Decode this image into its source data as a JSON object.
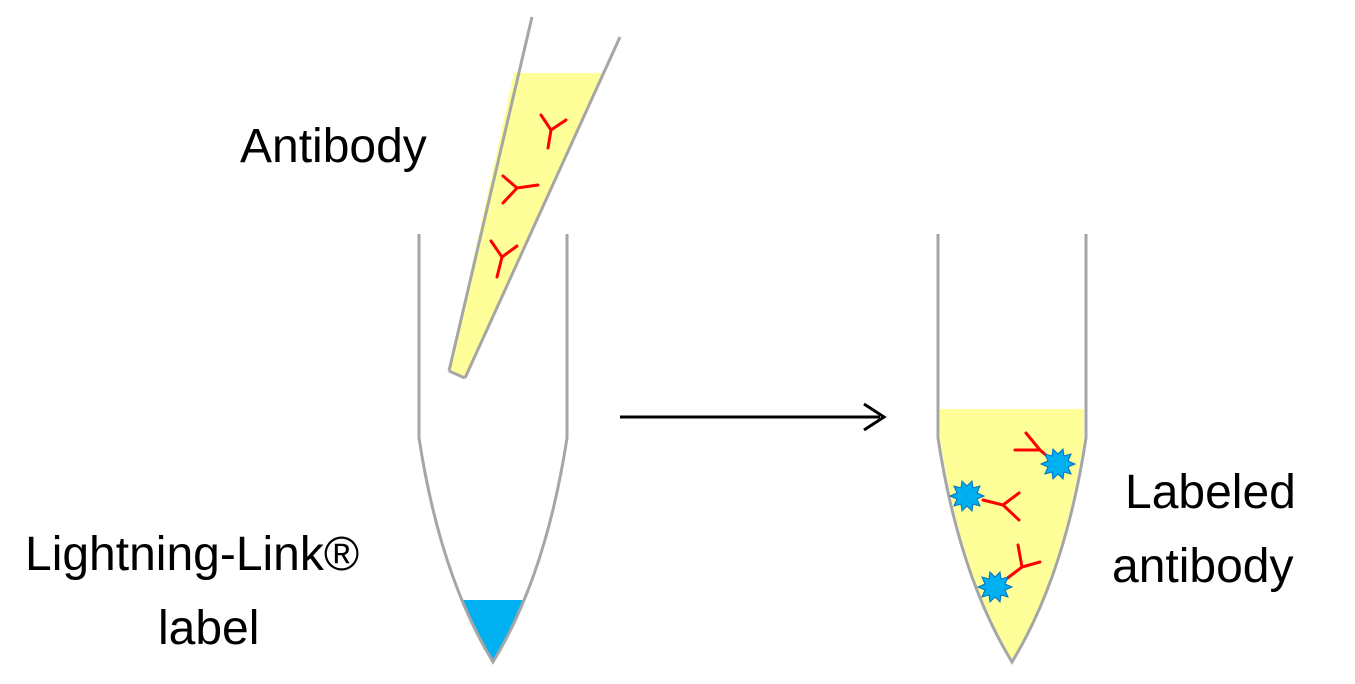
{
  "labels": {
    "antibody": "Antibody",
    "lightning_line1": "Lightning-Link®",
    "lightning_line2": "label",
    "labeled_line1": "Labeled",
    "labeled_line2": "antibody"
  },
  "colors": {
    "tube_outline": "#a6a6a6",
    "antibody_solution": "#ffff99",
    "antibody": "#ff0000",
    "label_solution": "#00b0f0",
    "label_molecule": "#00b0f0",
    "arrow": "#000000",
    "text": "#000000"
  },
  "icons": {
    "pipette": "pipette-tip-icon",
    "tube": "microcentrifuge-tube-icon",
    "antibody": "y-shaped-antibody-icon",
    "label": "starburst-label-icon"
  }
}
